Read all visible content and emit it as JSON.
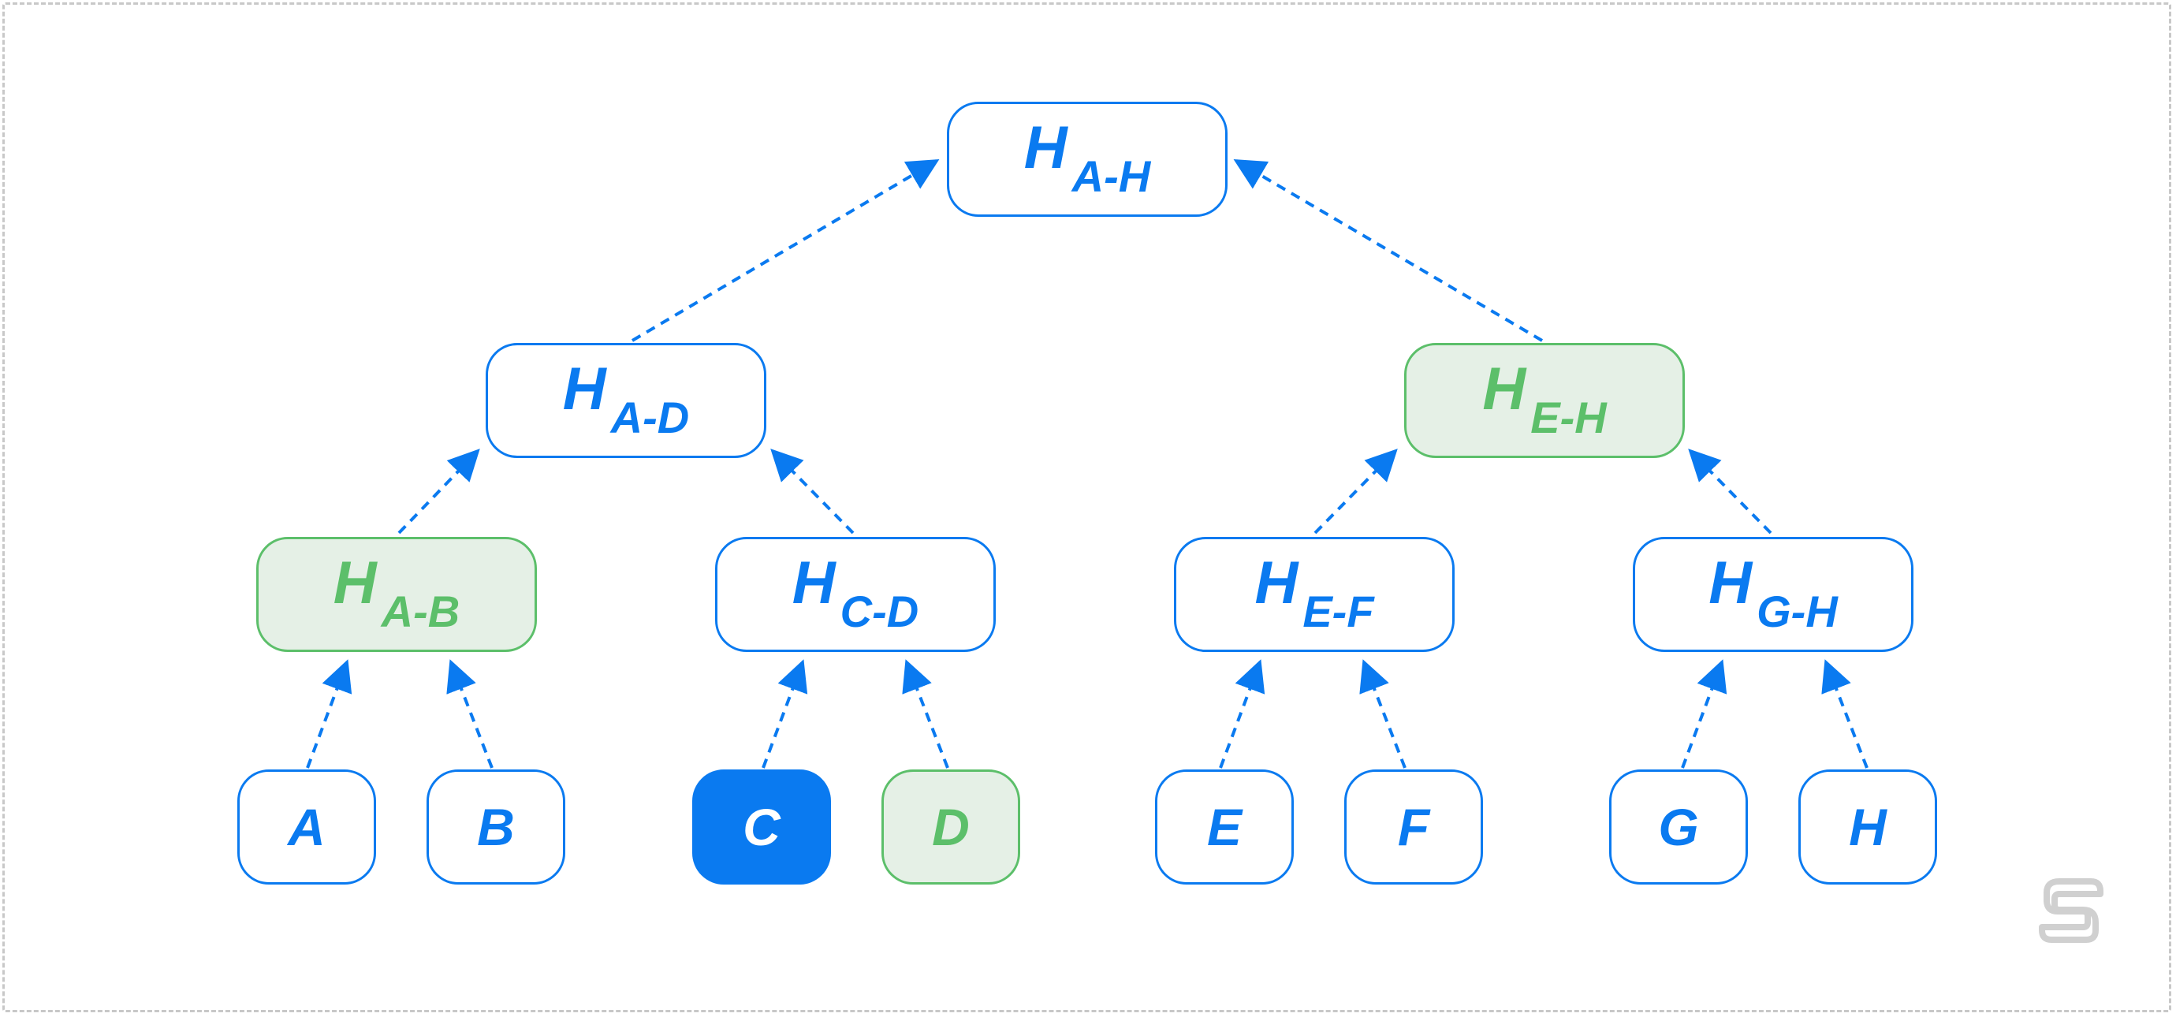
{
  "colors": {
    "accent": "#0a7af0",
    "proof_border": "#5cbf6a",
    "proof_fill": "#e5f0e6",
    "target_fill": "#0a7af0",
    "frame": "#c8c8c8",
    "logo": "#d0d0d0"
  },
  "tree": {
    "root": {
      "main": "H",
      "sub": "A-H",
      "state": "normal"
    },
    "level1": [
      {
        "main": "H",
        "sub": "A-D",
        "state": "normal"
      },
      {
        "main": "H",
        "sub": "E-H",
        "state": "proof"
      }
    ],
    "level2": [
      {
        "main": "H",
        "sub": "A-B",
        "state": "proof"
      },
      {
        "main": "H",
        "sub": "C-D",
        "state": "normal"
      },
      {
        "main": "H",
        "sub": "E-F",
        "state": "normal"
      },
      {
        "main": "H",
        "sub": "G-H",
        "state": "normal"
      }
    ],
    "leaves": [
      {
        "label": "A",
        "state": "normal"
      },
      {
        "label": "B",
        "state": "normal"
      },
      {
        "label": "C",
        "state": "target"
      },
      {
        "label": "D",
        "state": "proof"
      },
      {
        "label": "E",
        "state": "normal"
      },
      {
        "label": "F",
        "state": "normal"
      },
      {
        "label": "G",
        "state": "normal"
      },
      {
        "label": "H",
        "state": "normal"
      }
    ]
  },
  "edge_style": "dashed-arrow",
  "logo_icon": "stacked-s-logo"
}
